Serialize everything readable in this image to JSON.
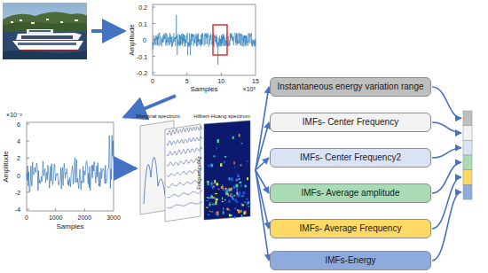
{
  "diagram": {
    "nodes": [
      {
        "text": [
          "Instantaneous energy variation range"
        ]
      },
      {
        "text": [
          "IMFs- Center Frequency"
        ]
      },
      {
        "text": [
          "IMFs- Center Frequency2"
        ]
      },
      {
        "text": [
          "IMFs- Average amplitude"
        ]
      },
      {
        "text": [
          "IMFs- Average Frequency"
        ]
      },
      {
        "text": [
          "IMFs-Energy"
        ]
      }
    ],
    "labels": [
      "Amplitude",
      "0.2",
      "0.1",
      "0",
      "-0.1",
      "-0.2",
      "0",
      "5",
      "10",
      "15",
      "×10⁵",
      "Samples",
      "×10⁻³",
      "Amplitude",
      "6",
      "4",
      "2",
      "0",
      "-2",
      "-4",
      "0",
      "1000",
      "2000",
      "3000",
      "Samples",
      "Marginal spectrum",
      "Hilbert-Huang spectrum",
      "Frequency/Hz"
    ]
  }
}
